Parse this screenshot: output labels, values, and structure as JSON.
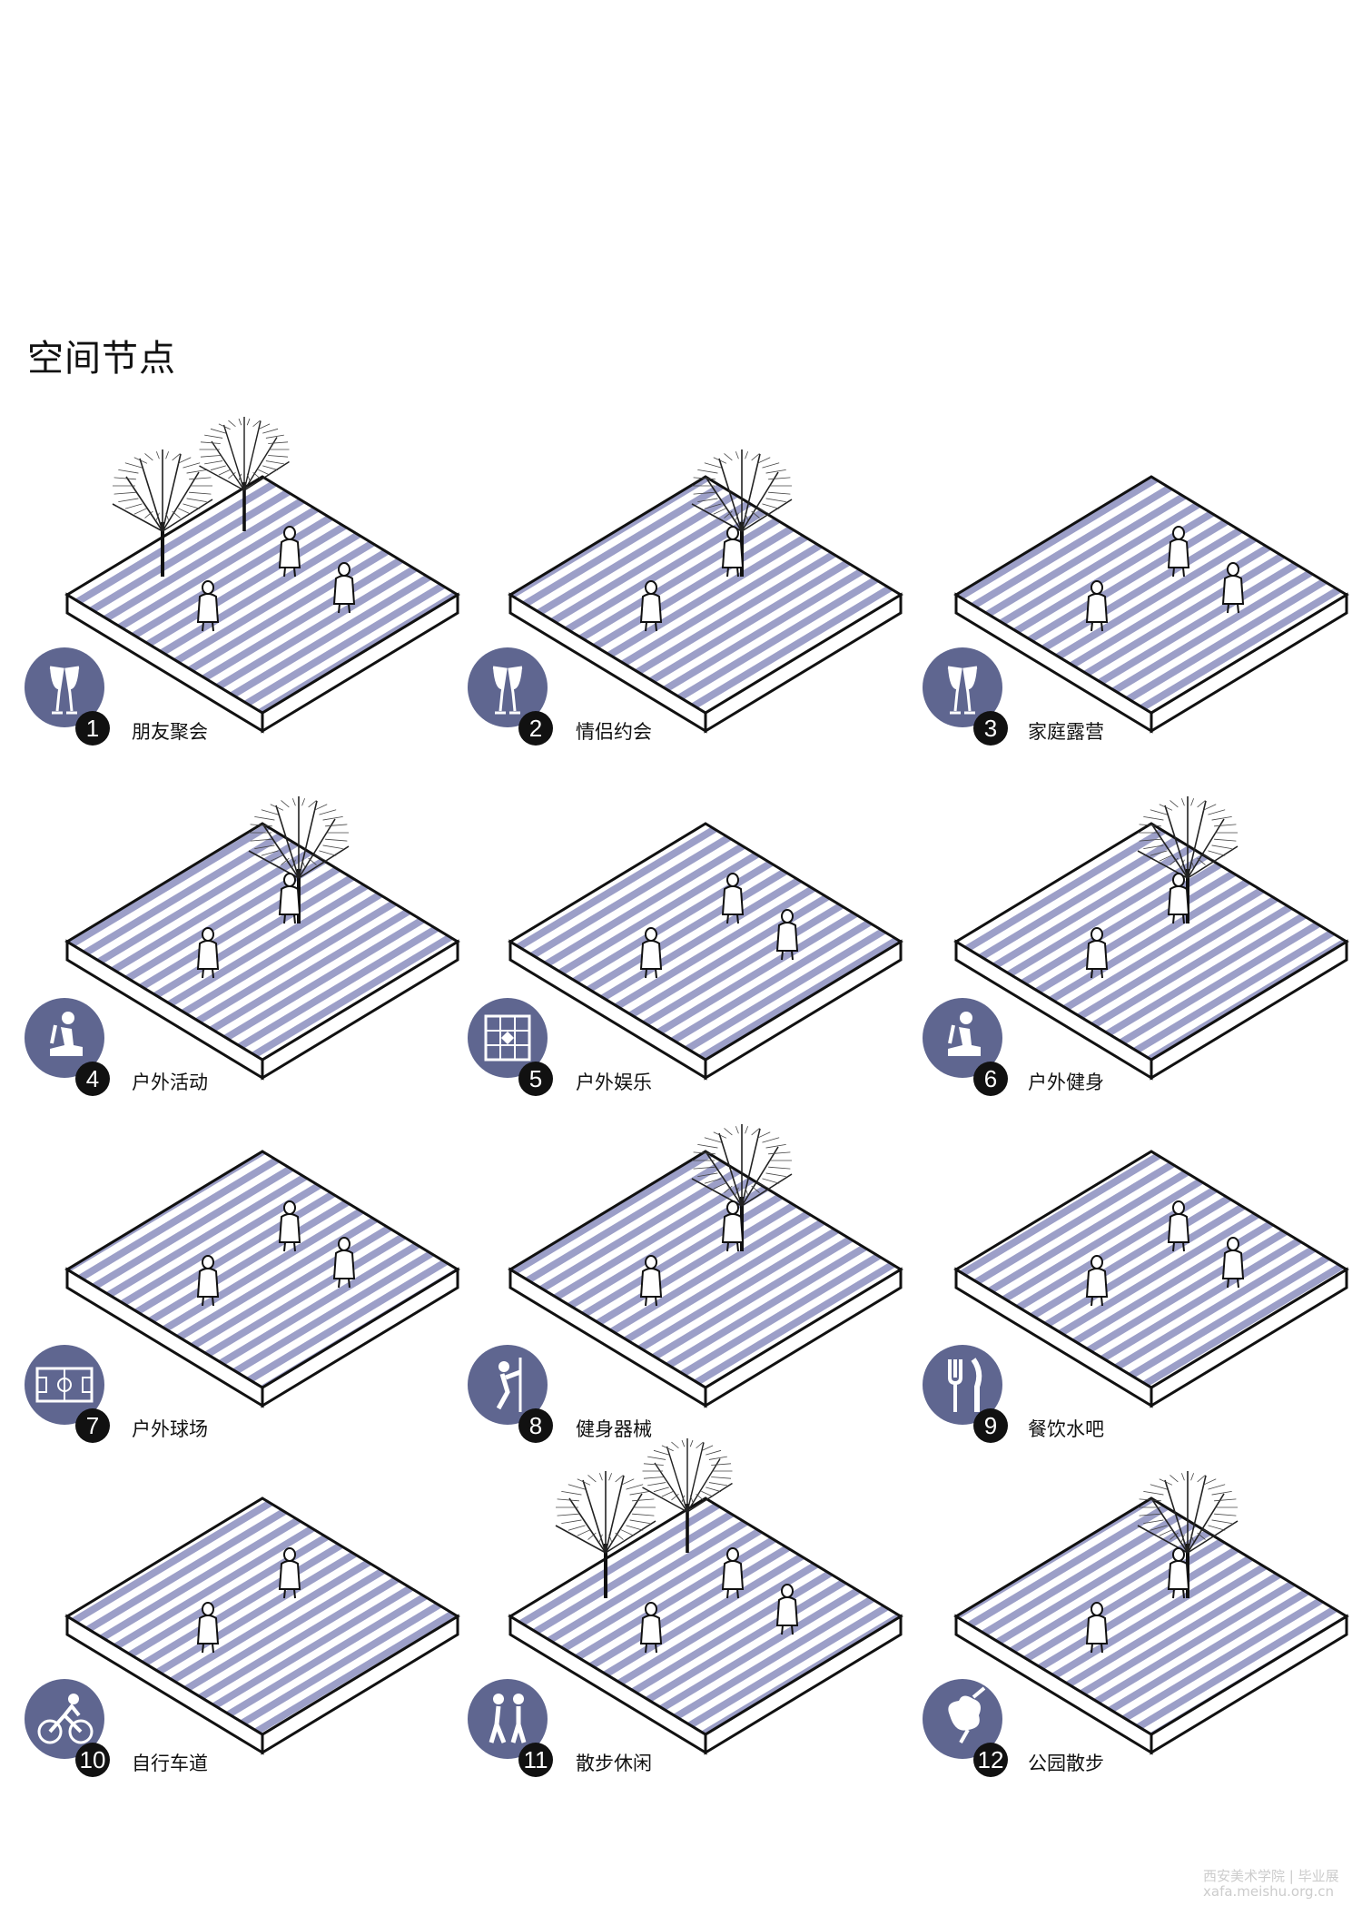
{
  "title": "空间节点",
  "colors": {
    "stripe": "#9c9fc8",
    "icon_bg": "#5f6690",
    "badge": "#111111",
    "edge": "#111111"
  },
  "nodes": [
    {
      "number": "1",
      "label": "朋友聚会",
      "icon": "champagne-glasses-icon"
    },
    {
      "number": "2",
      "label": "情侣约会",
      "icon": "champagne-glasses-icon"
    },
    {
      "number": "3",
      "label": "家庭露营",
      "icon": "champagne-glasses-icon"
    },
    {
      "number": "4",
      "label": "户外活动",
      "icon": "seated-exercise-icon"
    },
    {
      "number": "5",
      "label": "户外娱乐",
      "icon": "board-game-icon"
    },
    {
      "number": "6",
      "label": "户外健身",
      "icon": "seated-exercise-icon"
    },
    {
      "number": "7",
      "label": "户外球场",
      "icon": "sports-field-icon"
    },
    {
      "number": "8",
      "label": "健身器械",
      "icon": "pole-exercise-icon"
    },
    {
      "number": "9",
      "label": "餐饮水吧",
      "icon": "fork-knife-icon"
    },
    {
      "number": "10",
      "label": "自行车道",
      "icon": "cyclist-icon"
    },
    {
      "number": "11",
      "label": "散步休闲",
      "icon": "walking-people-icon"
    },
    {
      "number": "12",
      "label": "公园散步",
      "icon": "park-tree-icon"
    }
  ],
  "watermark": {
    "line1": "西安美术学院 | 毕业展",
    "line2": "xafa.meishu.org.cn"
  }
}
